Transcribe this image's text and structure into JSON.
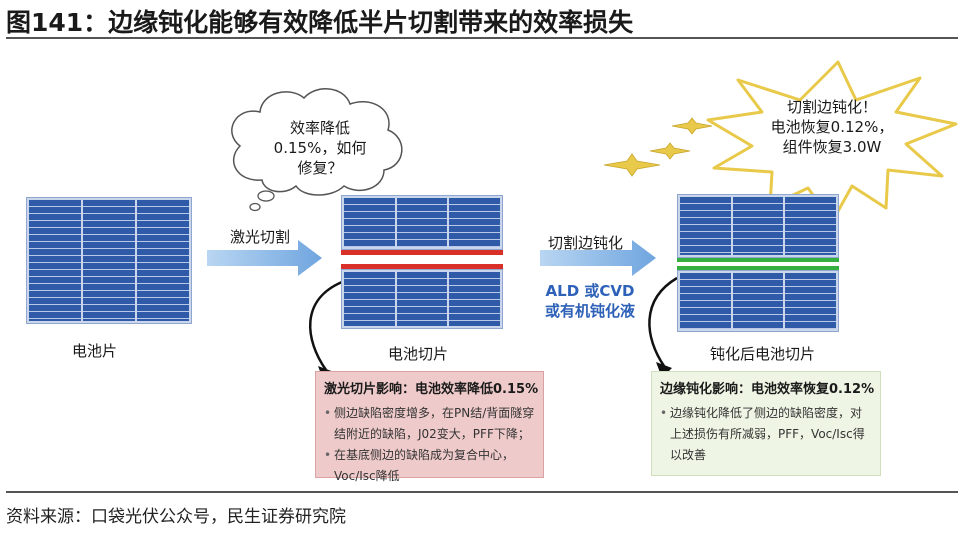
{
  "title": "图141：边缘钝化能够有效降低半片切割带来的效率损失",
  "source": "资料来源：口袋光伏公众号，民生证券研究院",
  "labels": {
    "cell": "电池片",
    "half_cell": "电池切片",
    "passivated_half_cell": "钝化后电池切片"
  },
  "arrows": {
    "laser_cut": "激光切割",
    "edge_passivation": "切割边钝化",
    "method_line1": "ALD 或CVD",
    "method_line2": "或有机钝化液"
  },
  "thought_bubble": {
    "line1": "效率降低",
    "line2": "0.15%，如何",
    "line3": "修复？"
  },
  "burst": {
    "line1": "切割边钝化！",
    "line2": "电池恢复0.12%，",
    "line3": "组件恢复3.0W"
  },
  "laser_box": {
    "title": "激光切片影响：电池效率降低0.15%",
    "items": [
      "侧边缺陷密度增多，在PN结/背面隧穿结附近的缺陷，J02变大，PFF下降；",
      "在基底侧边的缺陷成为复合中心，Voc/Isc降低"
    ]
  },
  "passivation_box": {
    "title": "边缘钝化影响：电池效率恢复0.12%",
    "items": [
      "边缘钝化降低了侧边的缺陷密度，对上述损伤有所减弱，PFF，Voc/Isc得以改善"
    ]
  },
  "colors": {
    "cell_blue": "#2f5aa8",
    "arrow_blue": "#7fb2e5",
    "cut_red": "#d9302a",
    "passivation_green": "#35b040",
    "star_gold": "#e8c94a"
  }
}
